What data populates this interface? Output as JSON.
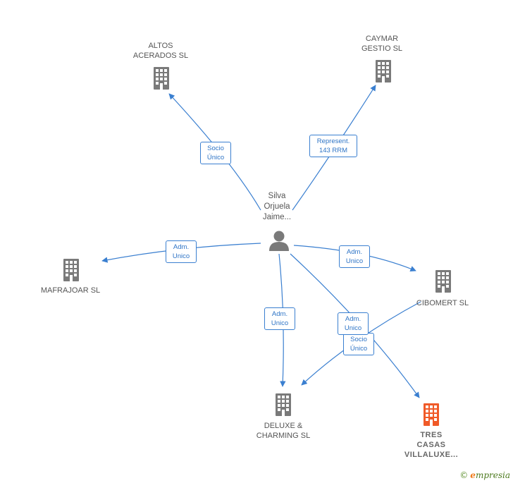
{
  "center_person": {
    "name": "Silva\nOrjuela\nJaime...",
    "icon": "person-icon"
  },
  "companies": {
    "altos": {
      "name": "ALTOS\nACERADOS SL",
      "icon": "building-icon"
    },
    "caymar": {
      "name": "CAYMAR\nGESTIO SL",
      "icon": "building-icon"
    },
    "mafrajoar": {
      "name": "MAFRAJOAR SL",
      "icon": "building-icon"
    },
    "cibomert": {
      "name": "CIBOMERT SL",
      "icon": "building-icon"
    },
    "deluxe": {
      "name": "DELUXE &\nCHARMING  SL",
      "icon": "building-icon"
    },
    "tres_casas": {
      "name": "TRES\nCASAS\nVILLALUXE...",
      "icon": "building-icon",
      "highlight": true
    }
  },
  "relations": {
    "to_altos": "Socio\nÚnico",
    "to_caymar": "Represent.\n143 RRM",
    "to_mafrajoar": "Adm.\nUnico",
    "to_cibomert": "Adm.\nUnico",
    "to_deluxe": "Adm.\nUnico",
    "to_tres_casas": "Adm.\nUnico",
    "cibomert_to_deluxe": "Socio\nÚnico"
  },
  "colors": {
    "edge": "#3a7fd0",
    "building": "#7a7a7a",
    "building_highlight": "#f05a28",
    "person": "#7a7a7a"
  },
  "footer": {
    "copyright": "©",
    "brand_first": "e",
    "brand_rest": "mpresia"
  }
}
